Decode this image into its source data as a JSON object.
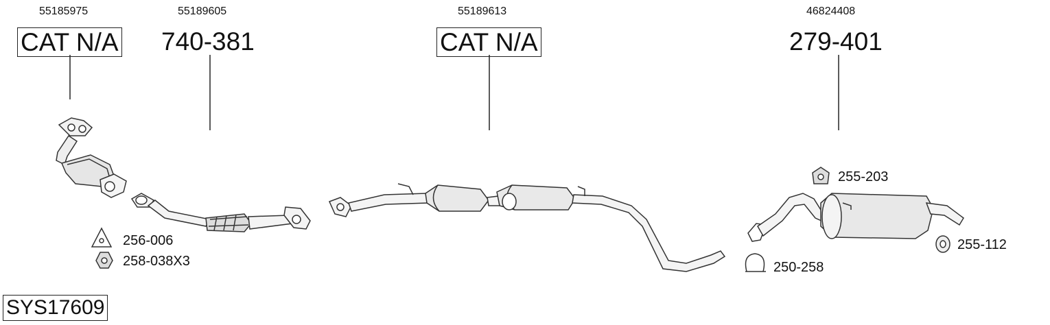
{
  "parts": [
    {
      "oem": "55185975",
      "code": "CAT N/A"
    },
    {
      "oem": "55189605",
      "code": "740-381"
    },
    {
      "oem": "55189613",
      "code": "CAT N/A"
    },
    {
      "oem": "46824408",
      "code": "279-401"
    }
  ],
  "accessories": [
    {
      "code": "256-006",
      "icon": "triangle-gasket-icon"
    },
    {
      "code": "258-038X3",
      "icon": "hex-nut-icon"
    },
    {
      "code": "255-203",
      "icon": "rubber-hanger-icon"
    },
    {
      "code": "250-258",
      "icon": "pipe-clamp-icon"
    },
    {
      "code": "255-112",
      "icon": "rubber-ring-icon"
    }
  ],
  "system_id": "SYS17609"
}
